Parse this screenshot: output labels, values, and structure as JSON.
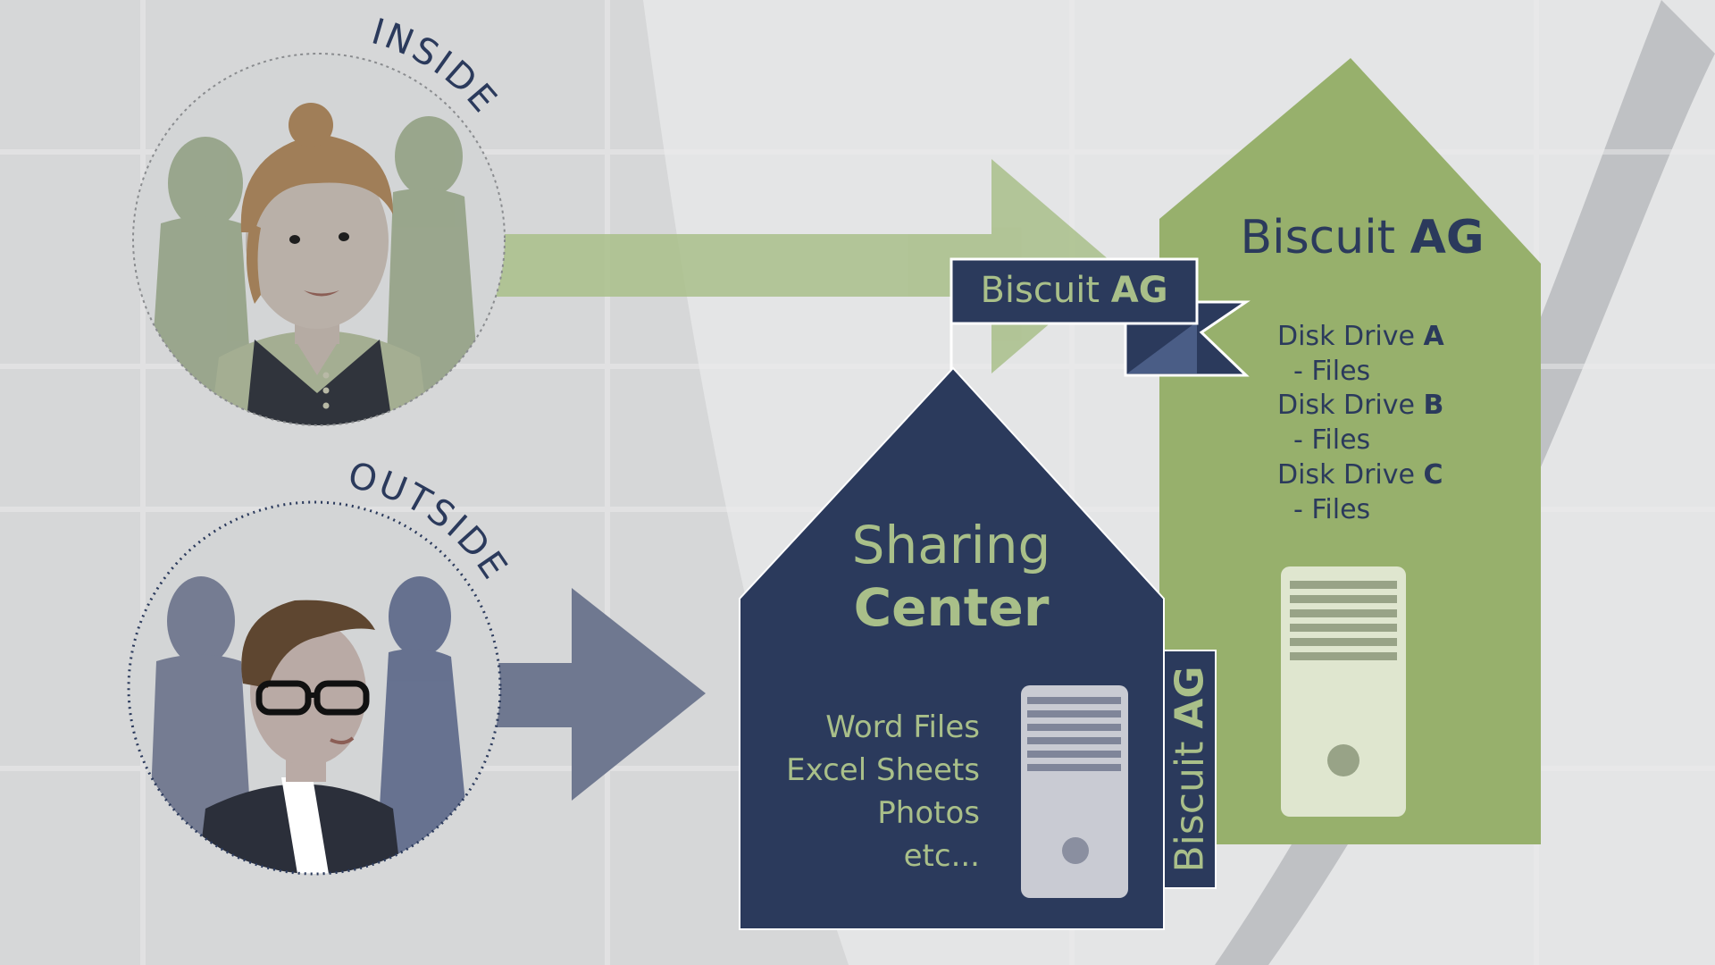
{
  "colors": {
    "navy": "#2b3a5c",
    "green": "#97b06c",
    "light_green": "#a9bf89",
    "slate": "#6f7890",
    "background": "#d9dadb"
  },
  "inside": {
    "label": "INSIDE"
  },
  "outside": {
    "label": "OUTSIDE"
  },
  "flag": {
    "text_light": "Biscuit",
    "text_bold": "AG"
  },
  "company_house": {
    "title_light": "Biscuit",
    "title_bold": "AG",
    "drives": [
      {
        "name": "Disk Drive",
        "letter": "A",
        "files": "- Files"
      },
      {
        "name": "Disk Drive",
        "letter": "B",
        "files": "- Files"
      },
      {
        "name": "Disk Drive",
        "letter": "C",
        "files": "- Files"
      }
    ]
  },
  "sharing_center": {
    "title_line1": "Sharing",
    "title_line2": "Center",
    "contents": [
      "Word Files",
      "Excel Sheets",
      "Photos",
      "etc..."
    ]
  },
  "side_label": {
    "text_light": "Biscuit",
    "text_bold": "AG"
  }
}
